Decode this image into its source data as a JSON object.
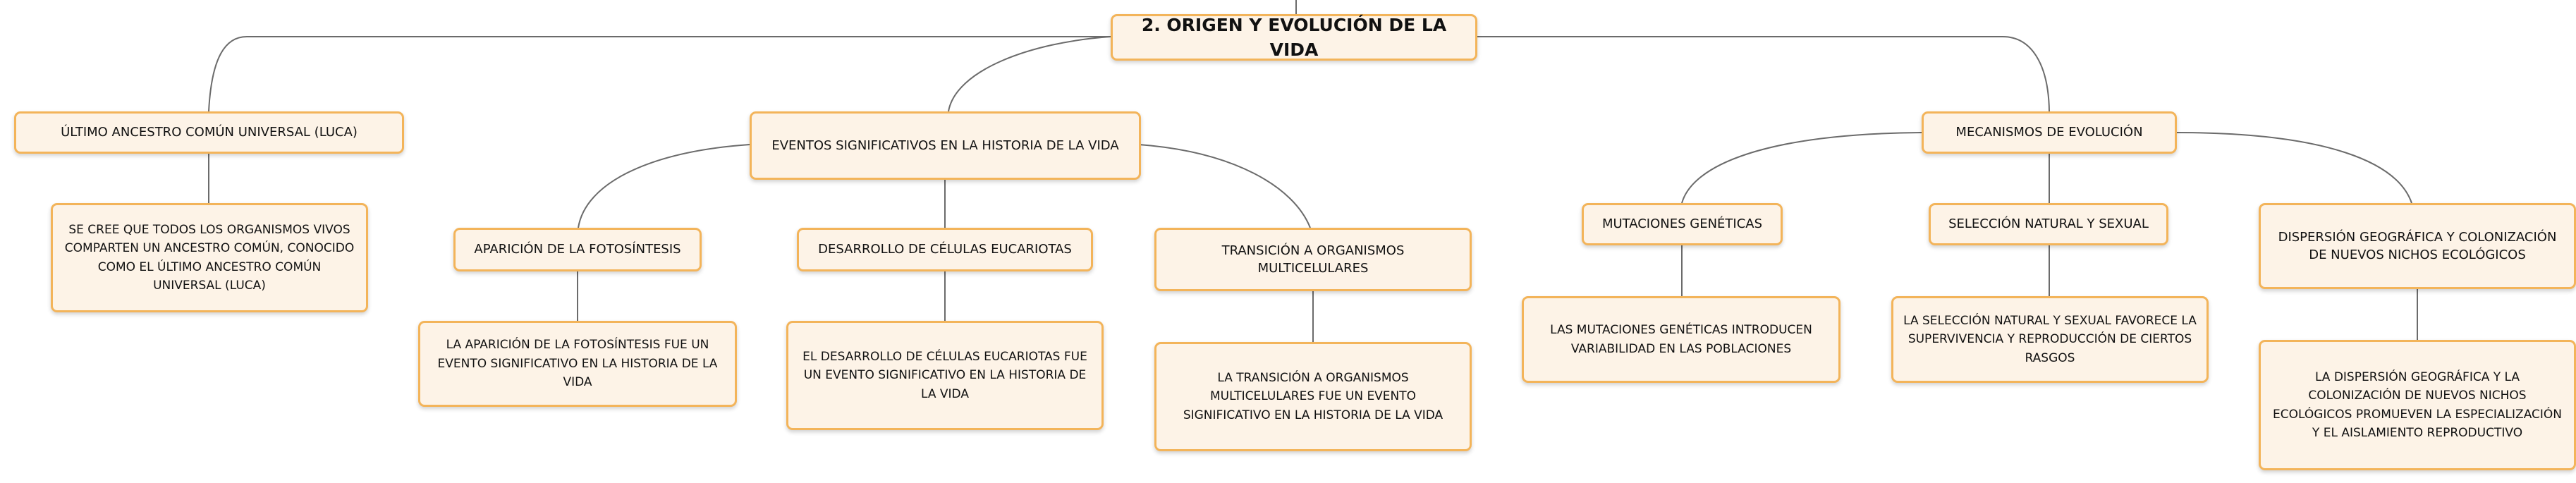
{
  "root": {
    "label": "2. ORIGEN Y EVOLUCIÓN DE LA VIDA"
  },
  "luca": {
    "label": "ÚLTIMO ANCESTRO COMÚN UNIVERSAL (LUCA)",
    "detail": "SE CREE QUE TODOS LOS ORGANISMOS VIVOS COMPARTEN UN ANCESTRO COMÚN, CONOCIDO COMO EL ÚLTIMO ANCESTRO COMÚN UNIVERSAL (LUCA)"
  },
  "eventos": {
    "label": "EVENTOS SIGNIFICATIVOS EN LA HISTORIA DE LA VIDA",
    "fotosintesis": {
      "label": "APARICIÓN DE LA FOTOSÍNTESIS",
      "detail": "LA APARICIÓN DE LA FOTOSÍNTESIS FUE UN EVENTO SIGNIFICATIVO EN LA HISTORIA DE LA VIDA"
    },
    "eucariotas": {
      "label": "DESARROLLO DE CÉLULAS EUCARIOTAS",
      "detail": "EL DESARROLLO DE CÉLULAS EUCARIOTAS FUE UN EVENTO SIGNIFICATIVO EN LA HISTORIA DE LA VIDA"
    },
    "multicelulares": {
      "label": "TRANSICIÓN A ORGANISMOS MULTICELULARES",
      "detail": "LA TRANSICIÓN A ORGANISMOS MULTICELULARES FUE UN EVENTO SIGNIFICATIVO EN LA HISTORIA DE LA VIDA"
    }
  },
  "mecanismos": {
    "label": "MECANISMOS DE EVOLUCIÓN",
    "mutaciones": {
      "label": "MUTACIONES GENÉTICAS",
      "detail": "LAS MUTACIONES GENÉTICAS INTRODUCEN VARIABILIDAD EN LAS POBLACIONES"
    },
    "seleccion": {
      "label": "SELECCIÓN NATURAL Y SEXUAL",
      "detail": "LA SELECCIÓN NATURAL Y SEXUAL FAVORECE LA SUPERVIVENCIA Y REPRODUCCIÓN DE CIERTOS RASGOS"
    },
    "dispersion": {
      "label": "DISPERSIÓN GEOGRÁFICA Y COLONIZACIÓN DE NUEVOS NICHOS ECOLÓGICOS",
      "detail": "LA DISPERSIÓN GEOGRÁFICA Y LA COLONIZACIÓN DE NUEVOS NICHOS ECOLÓGICOS PROMUEVEN LA ESPECIALIZACIÓN Y EL AISLAMIENTO REPRODUCTIVO"
    }
  }
}
